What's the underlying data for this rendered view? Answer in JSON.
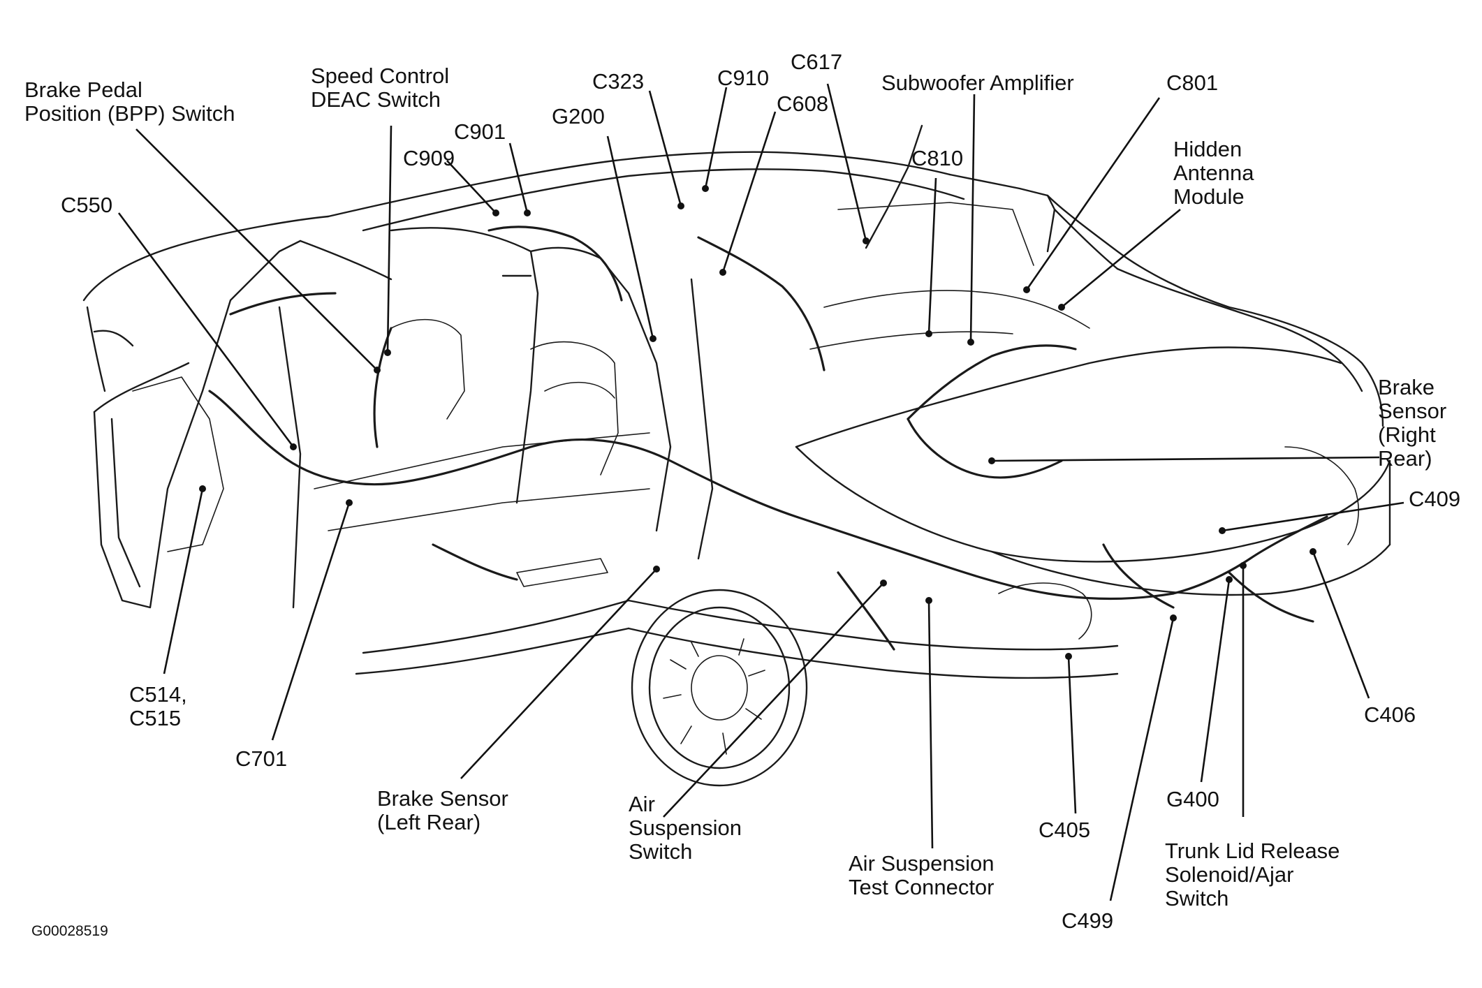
{
  "diagram": {
    "figure_id": "G00028519",
    "labels": [
      {
        "id": "brake-pedal-position-switch",
        "lines": [
          "Brake Pedal",
          "Position (BPP) Switch"
        ]
      },
      {
        "id": "speed-control-deac-switch",
        "lines": [
          "Speed Control",
          "DEAC Switch"
        ]
      },
      {
        "id": "c901",
        "lines": [
          "C901"
        ]
      },
      {
        "id": "c909",
        "lines": [
          "C909"
        ]
      },
      {
        "id": "c550",
        "lines": [
          "C550"
        ]
      },
      {
        "id": "c323",
        "lines": [
          "C323"
        ]
      },
      {
        "id": "g200",
        "lines": [
          "G200"
        ]
      },
      {
        "id": "c910",
        "lines": [
          "C910"
        ]
      },
      {
        "id": "c617",
        "lines": [
          "C617"
        ]
      },
      {
        "id": "c608",
        "lines": [
          "C608"
        ]
      },
      {
        "id": "subwoofer-amplifier",
        "lines": [
          "Subwoofer Amplifier"
        ]
      },
      {
        "id": "c810",
        "lines": [
          "C810"
        ]
      },
      {
        "id": "c801",
        "lines": [
          "C801"
        ]
      },
      {
        "id": "hidden-antenna-module",
        "lines": [
          "Hidden",
          "Antenna",
          "Module"
        ]
      },
      {
        "id": "brake-sensor-right-rear",
        "lines": [
          "Brake",
          "Sensor",
          "(Right",
          "Rear)"
        ]
      },
      {
        "id": "c409",
        "lines": [
          "C409"
        ]
      },
      {
        "id": "c406",
        "lines": [
          "C406"
        ]
      },
      {
        "id": "g400",
        "lines": [
          "G400"
        ]
      },
      {
        "id": "trunk-lid-release-solenoid",
        "lines": [
          "Trunk Lid Release",
          "Solenoid/Ajar",
          "Switch"
        ]
      },
      {
        "id": "c405",
        "lines": [
          "C405"
        ]
      },
      {
        "id": "c499",
        "lines": [
          "C499"
        ]
      },
      {
        "id": "air-suspension-test-connector",
        "lines": [
          "Air Suspension",
          "Test Connector"
        ]
      },
      {
        "id": "air-suspension-switch",
        "lines": [
          "Air",
          "Suspension",
          "Switch"
        ]
      },
      {
        "id": "brake-sensor-left-rear",
        "lines": [
          "Brake Sensor",
          "(Left Rear)"
        ]
      },
      {
        "id": "c701",
        "lines": [
          "C701"
        ]
      },
      {
        "id": "c514-c515",
        "lines": [
          "C514,",
          "C515"
        ]
      }
    ]
  }
}
